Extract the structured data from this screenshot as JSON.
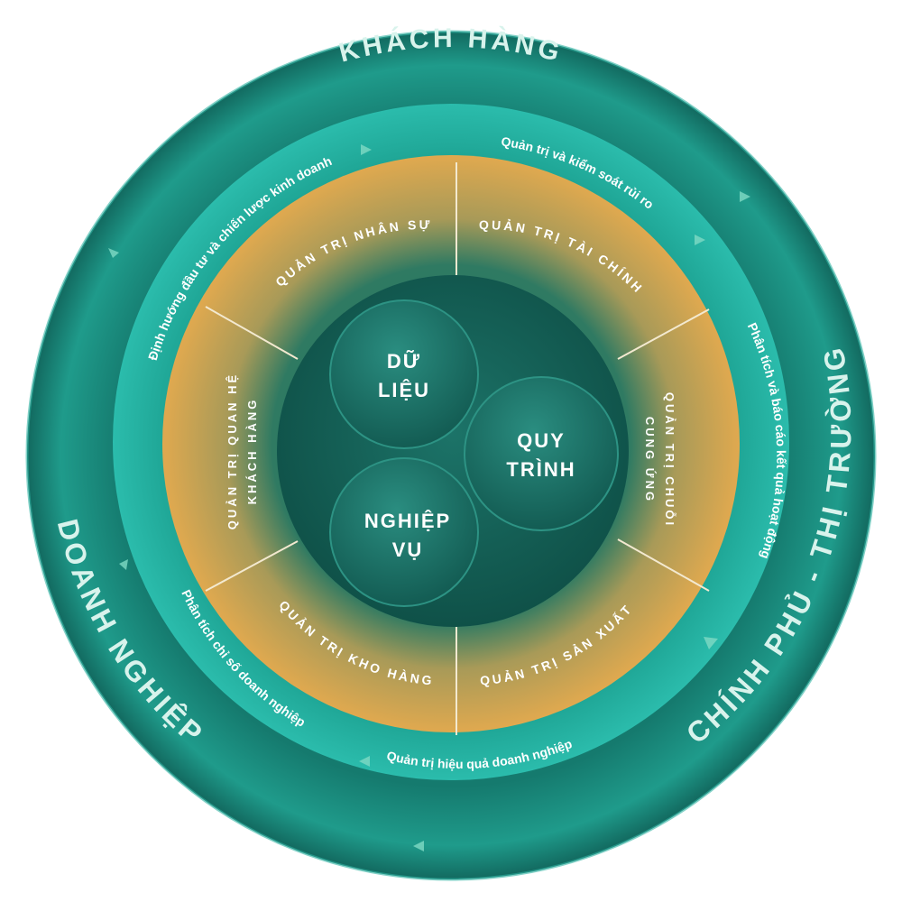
{
  "outer_ring": {
    "top": "KHÁCH HÀNG",
    "left": "DOANH NGHIỆP",
    "right": "CHÍNH PHỦ - THỊ TRƯỜNG"
  },
  "middle_ring": {
    "top_right": "Quản trị và kiểm soát rủi ro",
    "right": "Phân tích và báo cáo kết quả hoạt động",
    "bottom": "Quản trị hiệu quả doanh nghiệp",
    "bottom_left": "Phân tích chỉ số doanh nghiệp",
    "top_left": "Định hướng đầu tư và chiến lược kinh doanh"
  },
  "segments": {
    "nhan_su": "QUẢN TRỊ NHÂN SỰ",
    "tai_chinh": "QUẢN TRỊ TÀI CHÍNH",
    "chuoi_cung_ung_1": "QUẢN TRỊ CHUỖI",
    "chuoi_cung_ung_2": "CUNG ỨNG",
    "san_xuat": "QUẢN TRỊ SẢN XUẤT",
    "kho_hang": "QUẢN TRỊ KHO HÀNG",
    "quan_he_1": "QUẢN TRỊ QUAN HỆ",
    "quan_he_2": "KHÁCH HÀNG"
  },
  "core": {
    "du_lieu_1": "DỮ",
    "du_lieu_2": "LIỆU",
    "quy_trinh_1": "QUY",
    "quy_trinh_2": "TRÌNH",
    "nghiep_vu_1": "NGHIỆP",
    "nghiep_vu_2": "VỤ"
  },
  "colors": {
    "outer": "#1a8a7c",
    "middle": "#27b2a3",
    "gold": "#d9a852",
    "core": "#155e55",
    "text_light": "#e9fbf6"
  }
}
